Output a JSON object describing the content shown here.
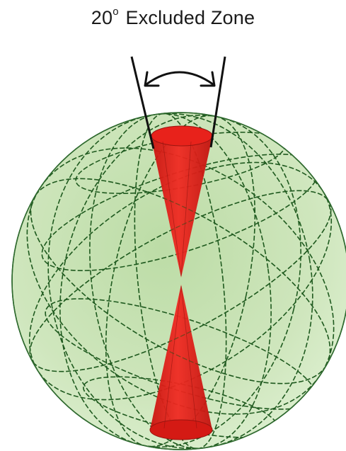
{
  "title": {
    "number": "20",
    "degree": "o",
    "text": "Excluded Zone"
  },
  "colors": {
    "sphere_fill": "#cfe6bd",
    "sphere_edge": "#2f6a2f",
    "grid_lines": "#1f5a1f",
    "cone_fill": "#e8221b",
    "cone_edge": "#9a1510",
    "guide_lines": "#111111"
  },
  "icons": [
    "double-arrow-icon"
  ]
}
